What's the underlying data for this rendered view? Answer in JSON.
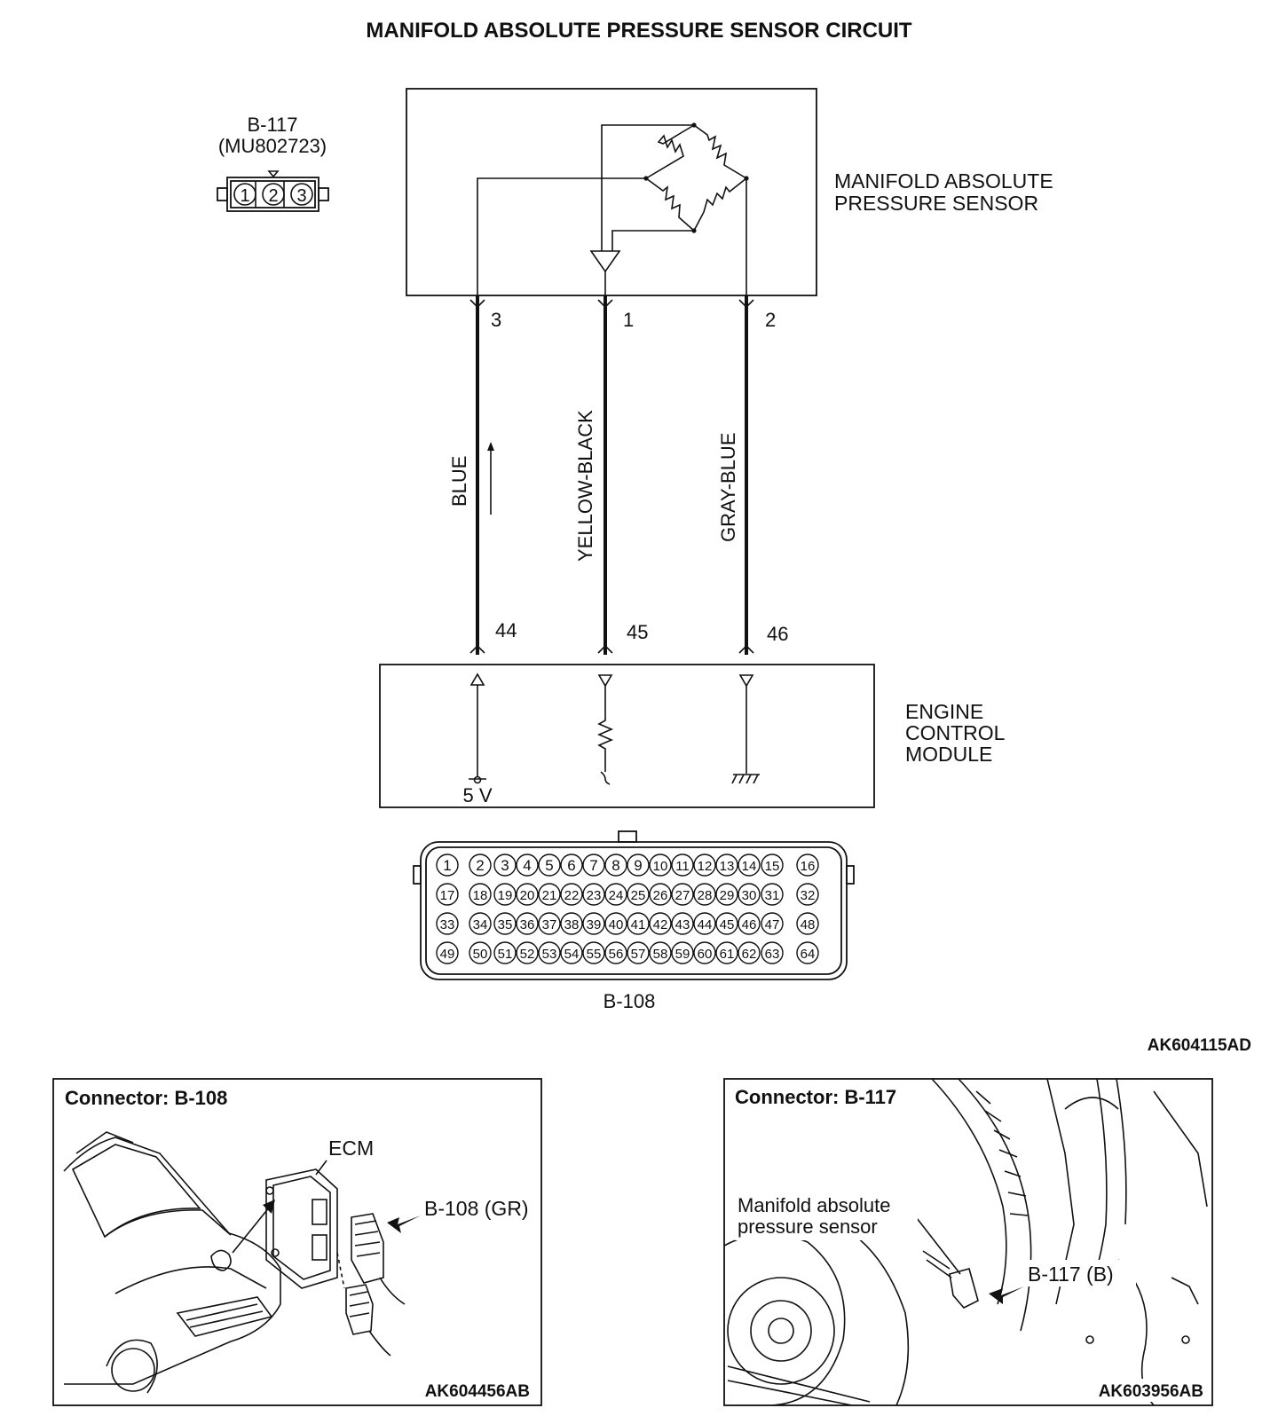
{
  "title": "MANIFOLD ABSOLUTE PRESSURE SENSOR CIRCUIT",
  "b117": {
    "id": "B-117",
    "part": "(MU802723)",
    "pins": [
      "1",
      "2",
      "3"
    ]
  },
  "sensor": {
    "line1": "MANIFOLD ABSOLUTE",
    "line2": "PRESSURE SENSOR"
  },
  "wires": [
    {
      "sensor_pin": "3",
      "color": "BLUE",
      "ecm_pin": "44"
    },
    {
      "sensor_pin": "1",
      "color": "YELLOW-BLACK",
      "ecm_pin": "45"
    },
    {
      "sensor_pin": "2",
      "color": "GRAY-BLUE",
      "ecm_pin": "46"
    }
  ],
  "ecm": {
    "line1": "ENGINE",
    "line2": "CONTROL",
    "line3": "MODULE",
    "supply": "5 V"
  },
  "b108": {
    "id": "B-108",
    "rows": [
      [
        "1",
        "2",
        "3",
        "4",
        "5",
        "6",
        "7",
        "8",
        "9",
        "10",
        "11",
        "12",
        "13",
        "14",
        "15",
        "16"
      ],
      [
        "17",
        "18",
        "19",
        "20",
        "21",
        "22",
        "23",
        "24",
        "25",
        "26",
        "27",
        "28",
        "29",
        "30",
        "31",
        "32"
      ],
      [
        "33",
        "34",
        "35",
        "36",
        "37",
        "38",
        "39",
        "40",
        "41",
        "42",
        "43",
        "44",
        "45",
        "46",
        "47",
        "48"
      ],
      [
        "49",
        "50",
        "51",
        "52",
        "53",
        "54",
        "55",
        "56",
        "57",
        "58",
        "59",
        "60",
        "61",
        "62",
        "63",
        "64"
      ]
    ]
  },
  "diagram_code": "AK604115AD",
  "panel_left": {
    "title": "Connector: B-108",
    "ecm_label": "ECM",
    "connector_label": "B-108 (GR)",
    "code": "AK604456AB"
  },
  "panel_right": {
    "title": "Connector: B-117",
    "sensor_line1": "Manifold absolute",
    "sensor_line2": "pressure sensor",
    "connector_label": "B-117 (B)",
    "code": "AK603956AB"
  }
}
